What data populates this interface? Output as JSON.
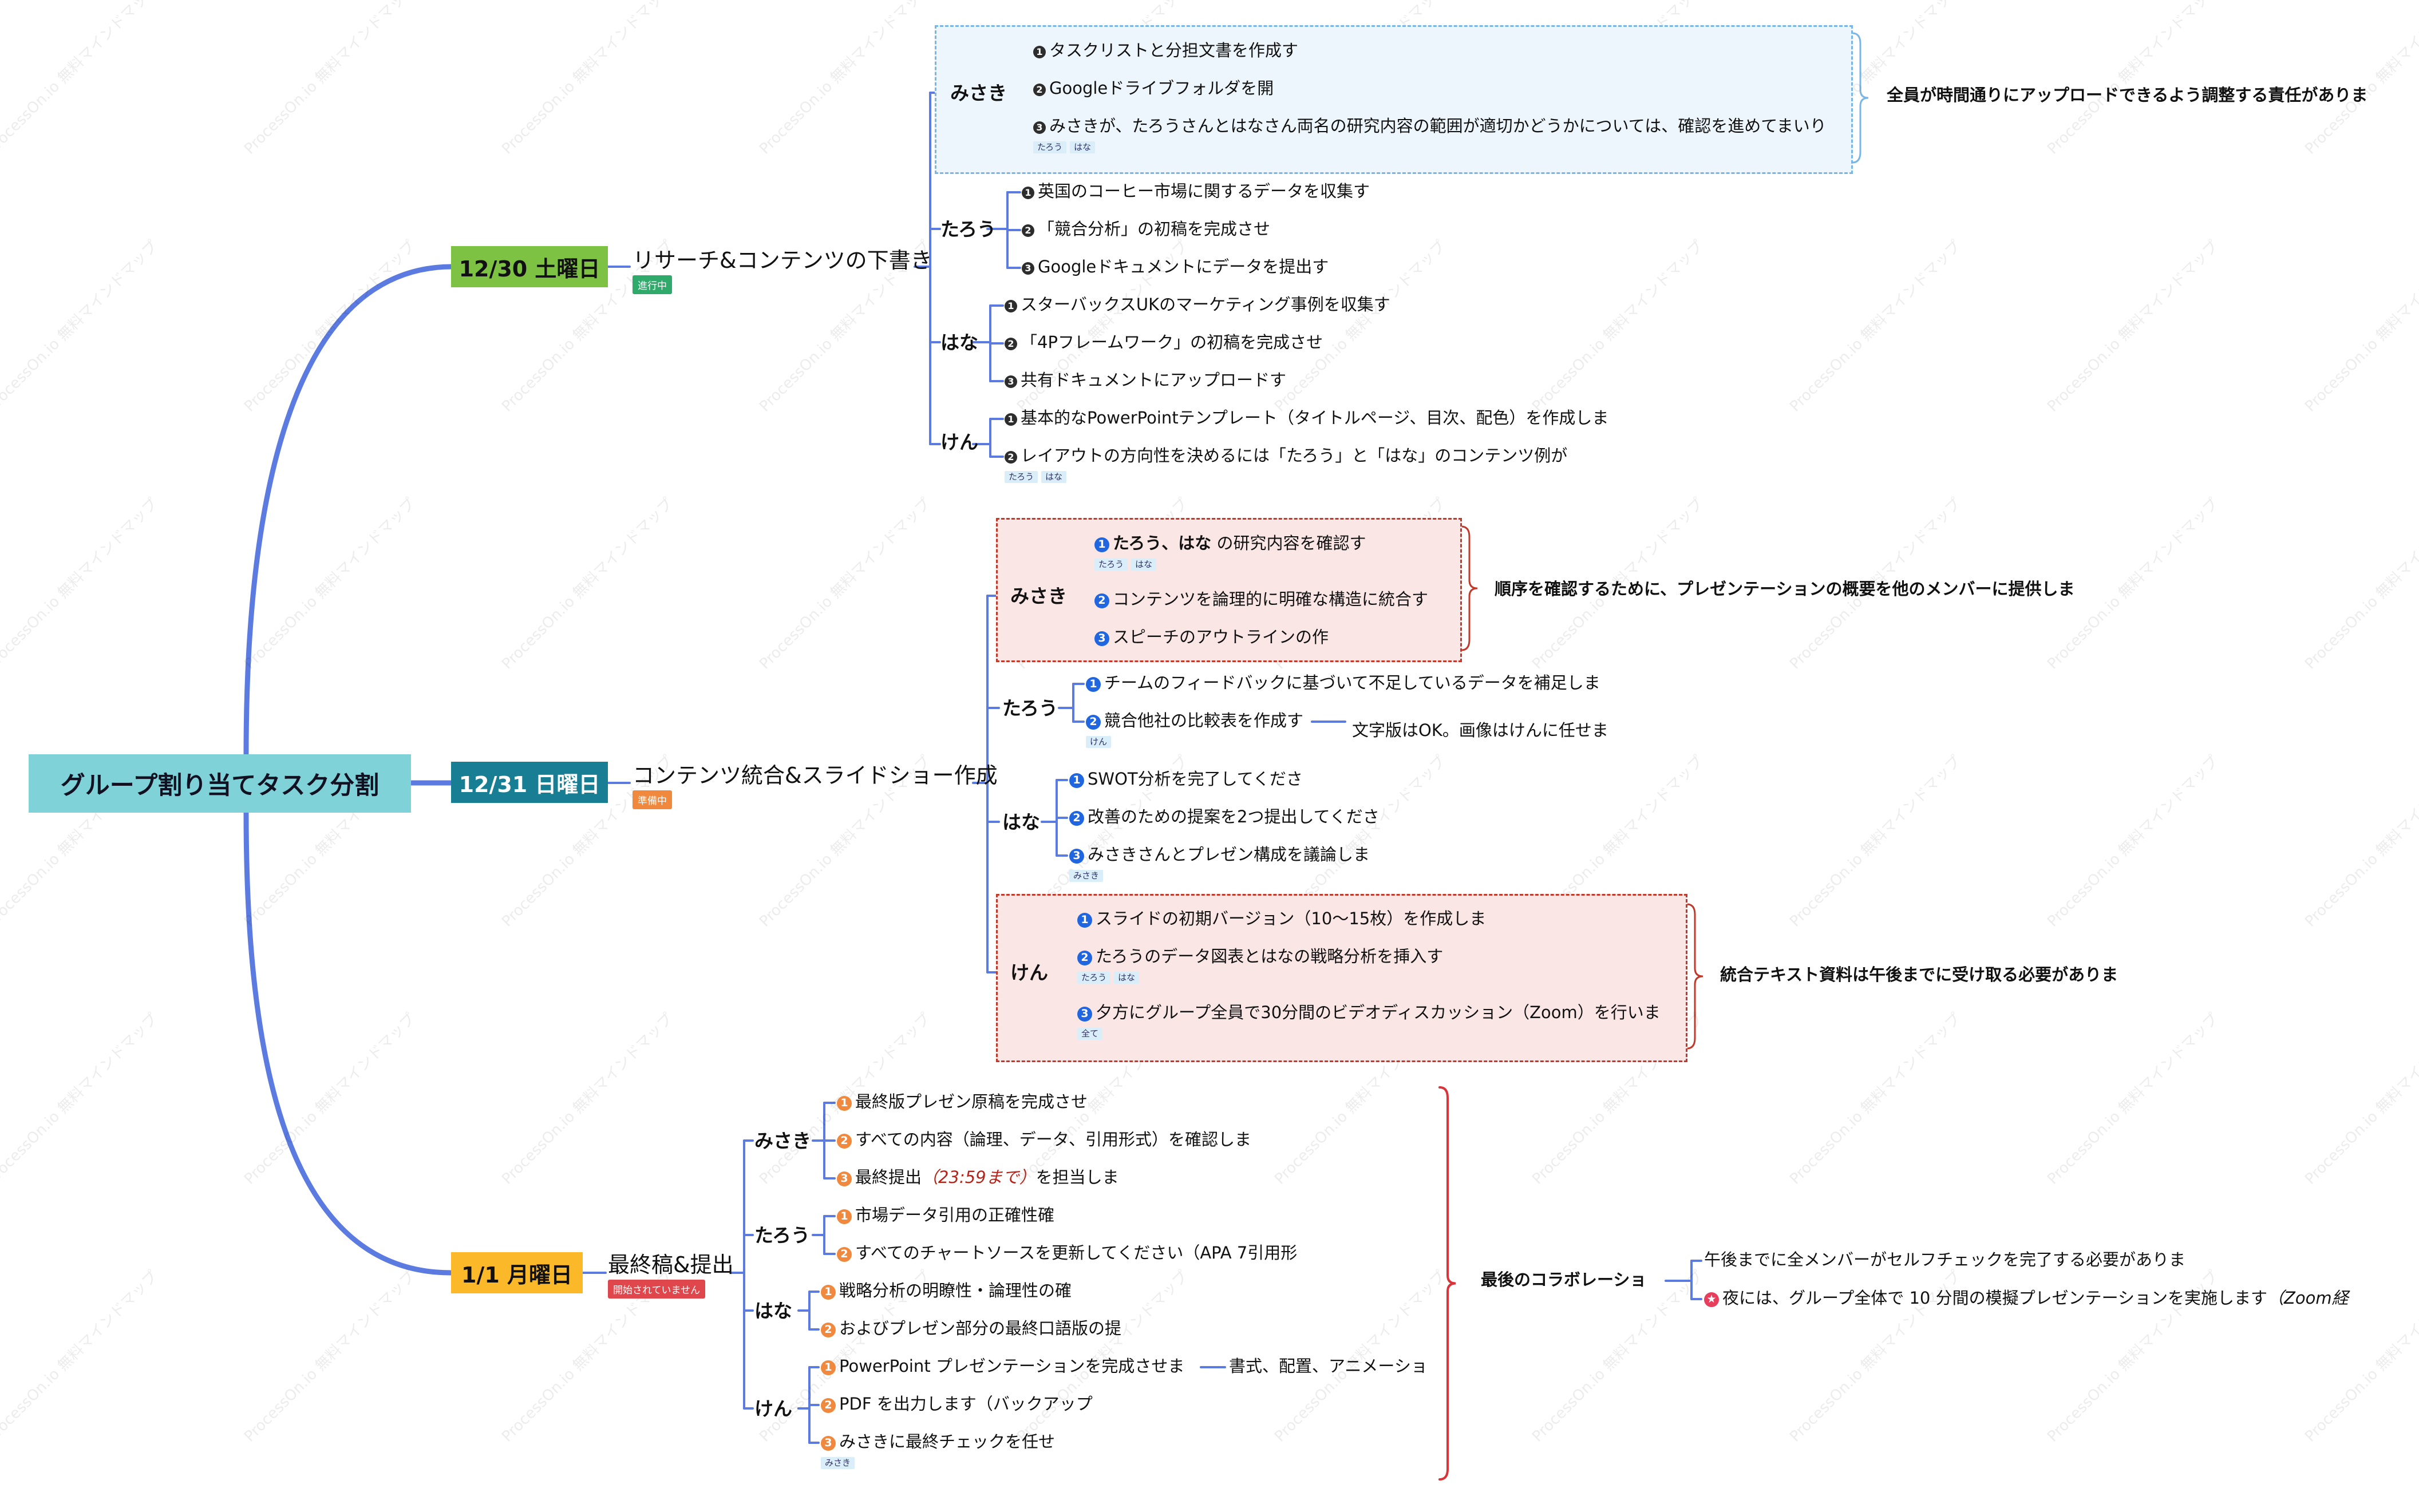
{
  "watermark": "ProcessOn.io 無料マインドマップ",
  "root": "グループ割り当てタスク分割",
  "days": {
    "d1": {
      "label": "12/30 土曜日",
      "color": "#7dc242",
      "subtitle": "リサーチ&コンテンツの下書き",
      "status": "進行中",
      "status_color": "#2faa6a",
      "misaki": {
        "name": "みさき",
        "t1": "タスクリストと分担文書を作成す",
        "t2": "Googleドライブフォルダを開",
        "t3": "みさきが、たろうさんとはなさん両名の研究内容の範囲が適切かどうかについては、確認を進めてまいり",
        "t3_tags": [
          "たろう",
          "はな"
        ],
        "note": "全員が時間通りにアップロードできるよう調整する責任がありま"
      },
      "taro": {
        "name": "たろう",
        "t1": "英国のコーヒー市場に関するデータを収集す",
        "t2": "「競合分析」の初稿を完成させ",
        "t3": "Googleドキュメントにデータを提出す"
      },
      "hana": {
        "name": "はな",
        "t1": "スターバックスUKのマーケティング事例を収集す",
        "t2": "「4Pフレームワーク」の初稿を完成させ",
        "t3": "共有ドキュメントにアップロードす"
      },
      "ken": {
        "name": "けん",
        "t1": "基本的なPowerPointテンプレート（タイトルページ、目次、配色）を作成しま",
        "t2": "レイアウトの方向性を決めるには「たろう」と「はな」のコンテンツ例が",
        "t2_tags": [
          "たろう",
          "はな"
        ]
      }
    },
    "d2": {
      "label": "12/31 日曜日",
      "color": "#177e93",
      "subtitle": "コンテンツ統合&スライドショー作成",
      "status": "準備中",
      "status_color": "#f0883e",
      "misaki": {
        "name": "みさき",
        "t1_bold": "たろう、はな",
        "t1_rest": "の研究内容を確認す",
        "t1_tags": [
          "たろう",
          "はな"
        ],
        "t2": "コンテンツを論理的に明確な構造に統合す",
        "t3": "スピーチのアウトラインの作",
        "note": "順序を確認するために、プレゼンテーションの概要を他のメンバーに提供しま"
      },
      "taro": {
        "name": "たろう",
        "t1": "チームのフィードバックに基づいて不足しているデータを補足しま",
        "t2": "競合他社の比較表を作成す",
        "t2_tags": [
          "けん"
        ],
        "t2_note": "文字版はOK。画像はけんに任せま"
      },
      "hana": {
        "name": "はな",
        "t1": "SWOT分析を完了してくださ",
        "t2": "改善のための提案を2つ提出してくださ",
        "t3": "みさきさんとプレゼン構成を議論しま",
        "t3_tags": [
          "みさき"
        ]
      },
      "ken": {
        "name": "けん",
        "t1": "スライドの初期バージョン（10～15枚）を作成しま",
        "t2": "たろうのデータ図表とはなの戦略分析を挿入す",
        "t2_tags": [
          "たろう",
          "はな"
        ],
        "t3": "夕方にグループ全員で30分間のビデオディスカッション（Zoom）を行いま",
        "t3_tags": [
          "全て"
        ],
        "note": "統合テキスト資料は午後までに受け取る必要がありま"
      }
    },
    "d3": {
      "label": "1/1 月曜日",
      "color": "#fbb829",
      "subtitle": "最終稿&提出",
      "status": "開始されていません",
      "status_color": "#e0474c",
      "misaki": {
        "name": "みさき",
        "t1": "最終版プレゼン原稿を完成させ",
        "t2": "すべての内容（論理、データ、引用形式）を確認しま",
        "t3_pre": "最終提出",
        "t3_em": "（23:59まで）",
        "t3_post": "を担当しま"
      },
      "taro": {
        "name": "たろう",
        "t1": "市場データ引用の正確性確",
        "t2": "すべてのチャートソースを更新してください（APA 7引用形"
      },
      "hana": {
        "name": "はな",
        "t1": "戦略分析の明瞭性・論理性の確",
        "t2": "およびプレゼン部分の最終口語版の提"
      },
      "ken": {
        "name": "けん",
        "t1": "PowerPoint プレゼンテーションを完成させま",
        "t1_note": "書式、配置、アニメーショ",
        "t2": "PDF を出力します（バックアップ",
        "t3": "みさきに最終チェックを任せ",
        "t3_tags": [
          "みさき"
        ]
      },
      "collab": {
        "label": "最後のコラボレーショ",
        "c1": "午後までに全メンバーがセルフチェックを完了する必要がありま",
        "c2": "夜には、グループ全体で 10 分間の模擬プレゼンテーションを実施します",
        "c2_em": "（Zoom経"
      }
    }
  },
  "numbers": [
    "1",
    "2",
    "3"
  ],
  "colors": {
    "root_line": "#5b7be0",
    "branch_line": "#5b7be0",
    "box1_fill": "#eef6fd",
    "box1_border": "#79b6e3",
    "box2_fill": "#fbe6e6",
    "box2_border": "#c0392b",
    "brace_red": "#d9343a"
  },
  "icons": {
    "star": "star-icon"
  }
}
